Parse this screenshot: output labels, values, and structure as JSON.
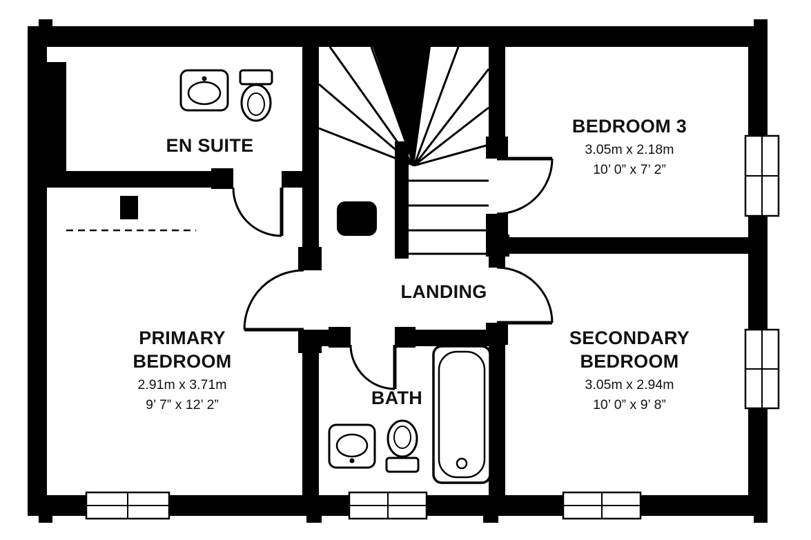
{
  "plan": {
    "colors": {
      "walls": "#000000",
      "background": "#ffffff",
      "text": "#111111"
    },
    "rooms": {
      "en_suite": {
        "name": "EN SUITE"
      },
      "bedroom_3": {
        "name": "BEDROOM 3",
        "metric": "3.05m x 2.18m",
        "imperial": "10’ 0” x 7’ 2”"
      },
      "primary_bedroom": {
        "name_line1": "PRIMARY",
        "name_line2": "BEDROOM",
        "metric": "2.91m x 3.71m",
        "imperial": "9’ 7” x 12’ 2”"
      },
      "landing": {
        "name": "LANDING"
      },
      "bath": {
        "name": "BATH"
      },
      "secondary_bedroom": {
        "name_line1": "SECONDARY",
        "name_line2": "BEDROOM",
        "metric": "3.05m x 2.94m",
        "imperial": "10’ 0” x 9’ 8”"
      }
    },
    "fixtures": [
      "staircase",
      "en-suite-sink",
      "en-suite-toilet",
      "bath-sink",
      "bath-toilet",
      "bathtub",
      "wardrobe-dashed-line",
      "stair-duct"
    ]
  }
}
